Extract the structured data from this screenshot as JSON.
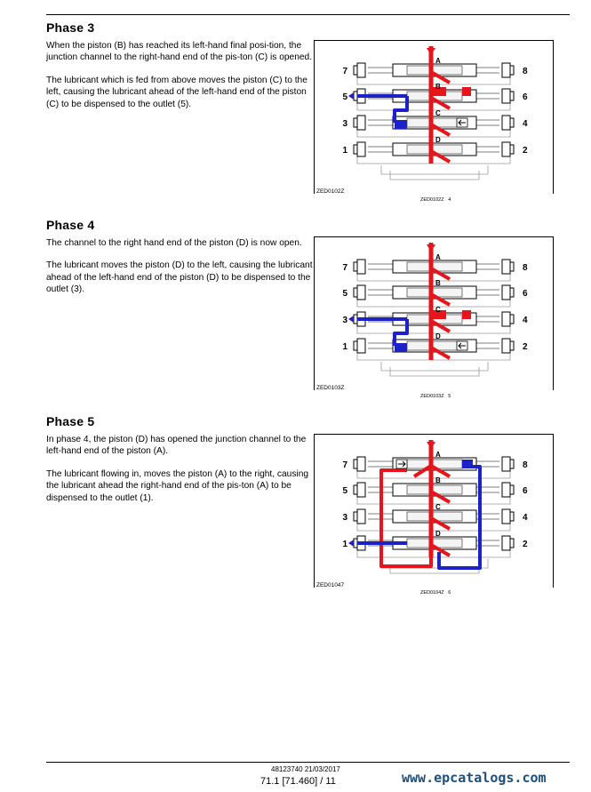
{
  "phases": [
    {
      "title": "Phase 3",
      "paragraphs": [
        "When the piston (B) has reached its left-hand final posi-tion, the junction channel to the right-hand end of the pis-ton (C) is opened.",
        "The lubricant which is fed from above moves the piston (C) to the left, causing the lubricant ahead of the left-hand end of the piston (C) to be dispensed to the outlet (5)."
      ],
      "figure": {
        "code": "ZED0102Z",
        "ref_code": "ZED0102Z",
        "ref_num": "4"
      }
    },
    {
      "title": "Phase 4",
      "paragraphs": [
        "The channel to the right hand end of the piston (D) is now open.",
        "The lubricant moves the piston (D) to the left, causing the lubricant ahead of the left-hand end of the piston (D) to be dispensed to the outlet (3)."
      ],
      "figure": {
        "code": "ZED0103Z",
        "ref_code": "ZED0103Z",
        "ref_num": "5"
      }
    },
    {
      "title": "Phase 5",
      "paragraphs": [
        "In phase 4, the piston (D) has opened the junction channel to the left-hand end of the piston (A).",
        "The lubricant flowing in, moves the piston (A) to the right, causing the lubricant ahead the right-hand end of the pis-ton (A) to be dispensed to the outlet (1)."
      ],
      "figure": {
        "code": "ZED01047",
        "ref_code": "ZED0104Z",
        "ref_num": "6"
      }
    }
  ],
  "diagram_labels": {
    "pistons": [
      "A",
      "B",
      "C",
      "D"
    ],
    "left_outlets": [
      "7",
      "5",
      "3",
      "1"
    ],
    "right_outlets": [
      "8",
      "6",
      "4",
      "2"
    ]
  },
  "footer": {
    "doc": "48123740 21/03/2017",
    "page": "71.1 [71.460] / 11"
  },
  "watermark": "www.epcatalogs.com",
  "colors": {
    "pressure": "#e8141c",
    "outflow": "#1c22c8",
    "channel": "#7d7d7d"
  }
}
